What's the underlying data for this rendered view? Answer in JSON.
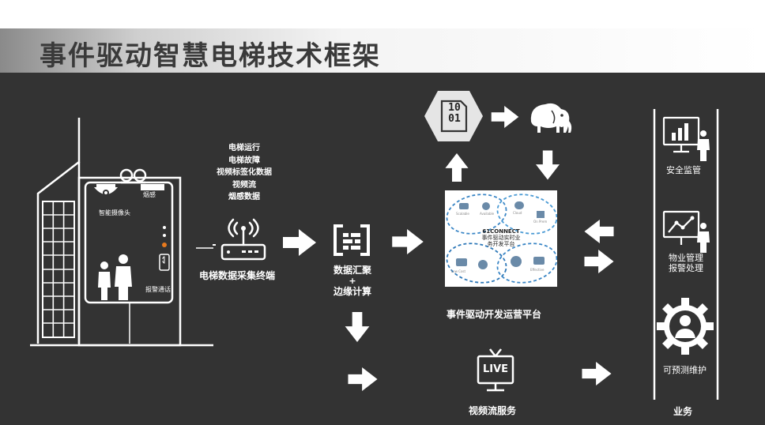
{
  "title": "事件驱动智慧电梯技术框架",
  "elevator": {
    "camera_label": "智能摄像头",
    "smoke_label": "烟感",
    "alarm_label": "报警通话"
  },
  "data_types": [
    "电梯运行",
    "电梯故障",
    "视频标签化数据",
    "视频流",
    "烟感数据"
  ],
  "terminal_label": "电梯数据采集终端",
  "edge": {
    "line1": "数据汇聚",
    "line2": "+",
    "line3": "边缘计算"
  },
  "binary_text": {
    "line1": "10",
    "line2": "01"
  },
  "platform": {
    "label": "事件驱动开发运营平台",
    "center_title": "61CONNECT",
    "center_line1": "事件驱动实时业",
    "center_line2": "务开发平台"
  },
  "video_service_label": "视频流服务",
  "live_text": "LIVE",
  "business": {
    "label": "业务",
    "items": [
      "安全监管",
      "物业管理",
      "报警处理",
      "可预测维护"
    ]
  }
}
